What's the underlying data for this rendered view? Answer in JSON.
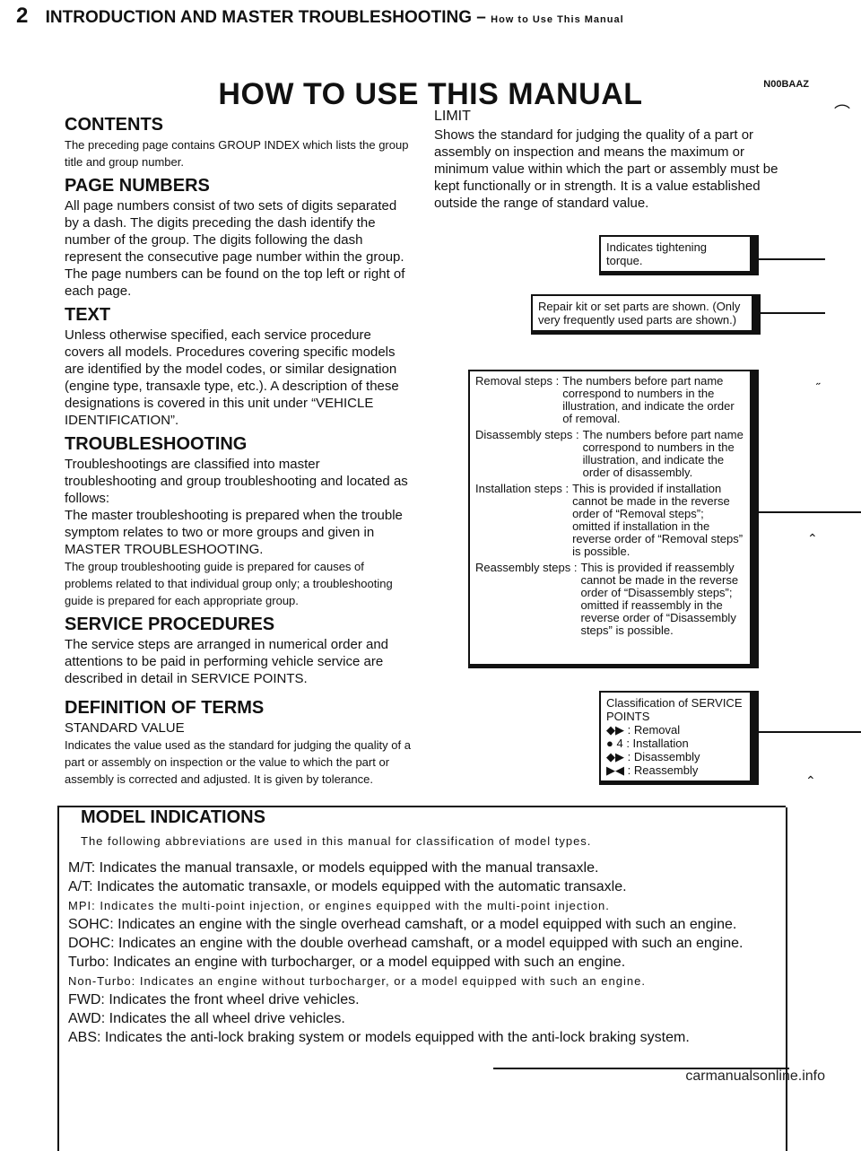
{
  "header": {
    "page_number": "2",
    "title": "INTRODUCTION AND MASTER TROUBLESHOOTING",
    "dash": "–",
    "subtitle": "How to Use This Manual"
  },
  "main_title": "HOW TO USE THIS MANUAL",
  "code": "N00BAAZ",
  "left": {
    "contents_heading": "CONTENTS",
    "contents_text": "The preceding page contains GROUP INDEX which lists the group title and group number.",
    "page_numbers_heading": "PAGE NUMBERS",
    "page_numbers_text": "All page numbers consist of two sets of digits separated by a dash. The digits preceding the dash identify the number of the group. The digits following the dash represent the consecutive page number within the group. The page numbers can be found on the top left or right of each page.",
    "text_heading": "TEXT",
    "text_text": "Unless otherwise specified, each service procedure covers all models. Procedures covering specific models are identified by the model codes, or similar designation (engine type, transaxle type, etc.). A description of these designations is covered in this unit under “VEHICLE IDENTIFICATION”.",
    "troubleshooting_heading": "TROUBLESHOOTING",
    "troubleshooting_text_1": "Troubleshootings are classified into master troubleshooting and group troubleshooting and located as follows:",
    "troubleshooting_text_2": "The master troubleshooting is prepared when the trouble symptom relates to two or more groups and given in MASTER TROUBLESHOOTING.",
    "troubleshooting_text_3": "The group troubleshooting guide is prepared for causes of problems related to that individual group only; a troubleshooting guide is prepared for each appropriate group.",
    "service_heading": "SERVICE PROCEDURES",
    "service_text": "The service steps are arranged in numerical order and attentions to be paid in performing vehicle service are described in detail in SERVICE POINTS.",
    "definition_heading": "DEFINITION OF TERMS",
    "standard_value_heading": "STANDARD VALUE",
    "standard_value_text": "Indicates the value used as the standard for judging the quality of a part or assembly on inspection or the value to which the part or assembly is corrected and adjusted. It is given by tolerance."
  },
  "right": {
    "limit_heading": "LIMIT",
    "limit_text": "Shows the standard for judging the quality of a part or assembly on inspection and means the maximum or minimum value within which the part or assembly must be kept functionally or in strength. It is a value established outside the range of standard value.",
    "box_tightening": "Indicates tightening torque.",
    "box_repair_kit": "Repair kit or set parts are shown. (Only very frequently used parts are shown.)",
    "steps": [
      {
        "key": "Removal steps :",
        "value": "The numbers before part name correspond to numbers in the illustration, and indicate the order of removal."
      },
      {
        "key": "Disassembly steps :",
        "value": "The numbers before part name correspond to numbers in the illustration, and indicate the order of disassembly."
      },
      {
        "key": "Installation steps :",
        "value": "This is provided if installation cannot be made in the reverse order of “Removal steps”; omitted if installation in the reverse order of “Removal steps” is possible."
      },
      {
        "key": "Reassembly steps :",
        "value": "This is provided if reassembly cannot be made in the reverse order of “Disassembly steps”; omitted if reassembly in the reverse order of “Disassembly steps” is possible."
      }
    ],
    "service_points_title": "Classification of SERVICE POINTS",
    "service_points": [
      {
        "symbol": "◆▶",
        "label": ": Removal"
      },
      {
        "symbol": "● 4",
        "label": ": Installation"
      },
      {
        "symbol": "◆▶",
        "label": ": Disassembly"
      },
      {
        "symbol": "▶◀",
        "label": ": Reassembly"
      }
    ]
  },
  "model": {
    "heading": "MODEL INDICATIONS",
    "intro": "The following abbreviations are used in this manual for classification of model types.",
    "items": [
      "M/T: Indicates the manual transaxle, or models equipped with the manual transaxle.",
      "A/T: Indicates the automatic transaxle, or models equipped with the automatic transaxle.",
      "MPI: Indicates the multi-point injection, or engines equipped with the multi-point injection.",
      "SOHC: Indicates an engine with the single overhead camshaft, or a model equipped with such an engine.",
      "DOHC: Indicates an engine with the double overhead camshaft, or a model equipped with such an engine.",
      "Turbo: Indicates an engine with turbocharger, or a model equipped with such an engine.",
      "Non-Turbo: Indicates an engine without turbocharger, or a model equipped with such an engine.",
      "FWD: Indicates the front wheel drive vehicles.",
      "AWD: Indicates the all wheel drive vehicles.",
      "ABS: Indicates the anti-lock braking system or models equipped with the anti-lock braking system."
    ]
  },
  "footer": "carmanualsonline.info"
}
